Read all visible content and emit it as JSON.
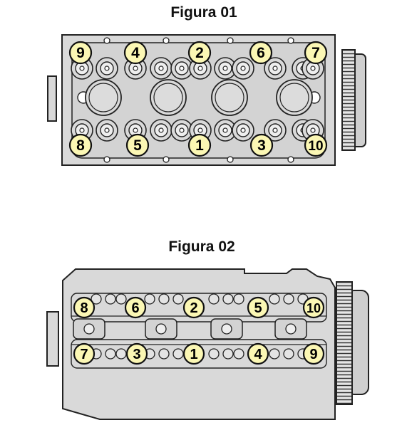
{
  "figures": [
    {
      "title": "Figura 01",
      "top_row": [
        "9",
        "4",
        "2",
        "6",
        "7"
      ],
      "bottom_row": [
        "8",
        "5",
        "1",
        "3",
        "10"
      ]
    },
    {
      "title": "Figura 02",
      "top_row": [
        "8",
        "6",
        "2",
        "5",
        "10"
      ],
      "bottom_row": [
        "7",
        "3",
        "1",
        "4",
        "9"
      ]
    }
  ],
  "colors": {
    "head_fill": "#d9d9d9",
    "outline": "#222222",
    "marker_fill": "#fbf7b4"
  }
}
